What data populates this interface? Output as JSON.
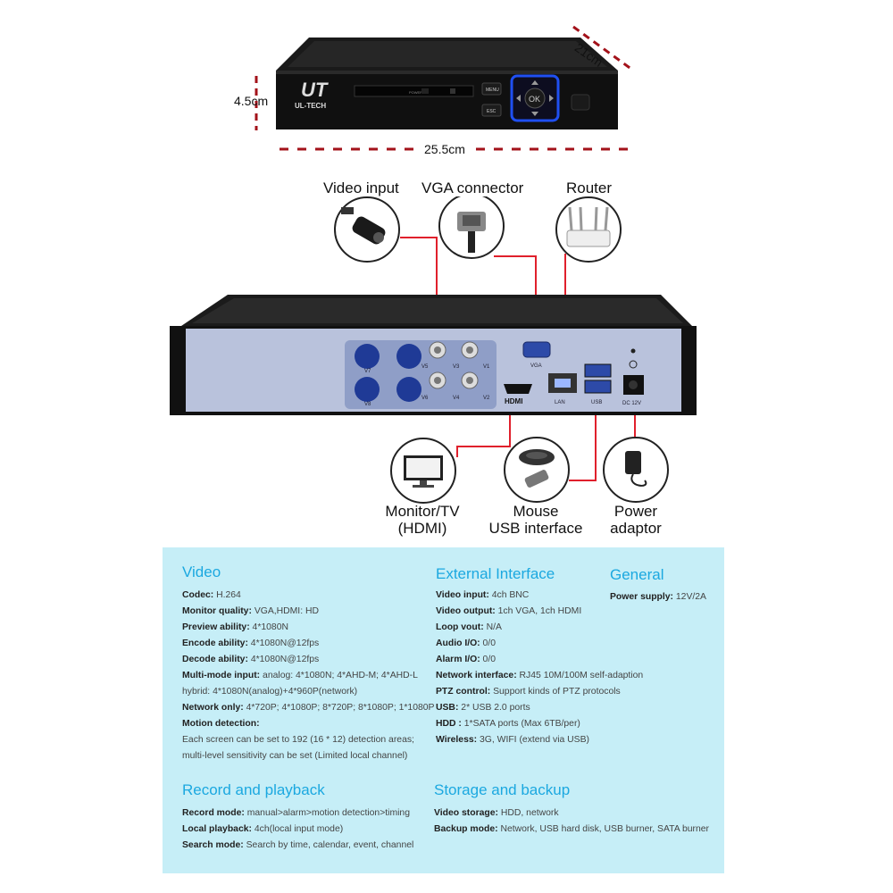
{
  "top_view": {
    "brand": "UL-TECH",
    "power_label": "POWER",
    "menu_label": "MENU",
    "esc_label": "ESC",
    "ok_label": "OK",
    "dim_height": "4.5cm",
    "dim_depth": "21cm",
    "dim_width": "25.5cm"
  },
  "callouts": {
    "video_input": "Video input",
    "vga_connector": "VGA connector",
    "router": "Router",
    "monitor_line1": "Monitor/TV",
    "monitor_line2": "(HDMI)",
    "mouse_line1": "Mouse",
    "mouse_line2": "USB interface",
    "power_line1": "Power",
    "power_line2": "adaptor"
  },
  "back_panel": {
    "channels": [
      "V7",
      "V5",
      "V3",
      "V1",
      "V8",
      "V6",
      "V4",
      "V2"
    ],
    "vga": "VGA",
    "hdmi": "HDMI",
    "lan": "LAN",
    "usb": "USB",
    "dc": "DC 12V"
  },
  "colors": {
    "accent": "#1ba8e0",
    "panel_bg": "#c6eef7",
    "connector_line": "#e0202c",
    "dimension_line": "#a3121a",
    "button_blue": "#1f4ff2"
  },
  "specs": {
    "video": {
      "title": "Video",
      "rows": [
        {
          "label": "Codec:",
          "value": "H.264"
        },
        {
          "label": "Monitor quality:",
          "value": "VGA,HDMI: HD"
        },
        {
          "label": "Preview ability:",
          "value": "4*1080N"
        },
        {
          "label": "Encode ability:",
          "value": "4*1080N@12fps"
        },
        {
          "label": "Decode ability:",
          "value": "4*1080N@12fps"
        },
        {
          "label": "Multi-mode input:",
          "value": "analog: 4*1080N; 4*AHD-M; 4*AHD-L"
        },
        {
          "label": "",
          "value": "hybrid: 4*1080N(analog)+4*960P(network)"
        },
        {
          "label": "Network only:",
          "value": "4*720P; 4*1080P; 8*720P; 8*1080P; 1*1080P"
        },
        {
          "label": "Motion detection:",
          "value": ""
        },
        {
          "label": "",
          "value": "Each screen can be set to 192 (16 * 12) detection areas;"
        },
        {
          "label": "",
          "value": "multi-level sensitivity can be set (Limited local channel)"
        }
      ]
    },
    "external": {
      "title": "External Interface",
      "rows": [
        {
          "label": "Video input:",
          "value": "4ch BNC"
        },
        {
          "label": "Video output:",
          "value": "1ch VGA, 1ch HDMI"
        },
        {
          "label": "Loop vout:",
          "value": "N/A"
        },
        {
          "label": "Audio I/O:",
          "value": "0/0"
        },
        {
          "label": "Alarm I/O:",
          "value": "0/0"
        },
        {
          "label": "Network interface:",
          "value": "RJ45 10M/100M self-adaption"
        },
        {
          "label": "PTZ control:",
          "value": "Support kinds of PTZ protocols"
        },
        {
          "label": "USB:",
          "value": "2* USB 2.0 ports"
        },
        {
          "label": "HDD :",
          "value": "1*SATA ports (Max 6TB/per)"
        },
        {
          "label": "Wireless:",
          "value": "3G, WIFI (extend via USB)"
        }
      ]
    },
    "general": {
      "title": "General",
      "rows": [
        {
          "label": "Power supply:",
          "value": "12V/2A"
        }
      ]
    },
    "record": {
      "title": "Record and playback",
      "rows": [
        {
          "label": "Record mode:",
          "value": "manual>alarm>motion detection>timing"
        },
        {
          "label": "Local playback:",
          "value": "4ch(local input mode)"
        },
        {
          "label": "Search mode:",
          "value": "Search by time, calendar, event, channel"
        }
      ]
    },
    "storage": {
      "title": "Storage and backup",
      "rows": [
        {
          "label": "Video storage:",
          "value": "HDD, network"
        },
        {
          "label": "Backup mode:",
          "value": "Network, USB hard disk, USB burner, SATA burner"
        }
      ]
    }
  }
}
